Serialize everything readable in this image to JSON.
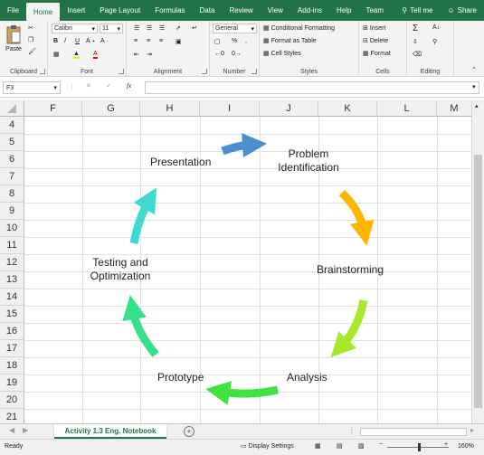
{
  "ribbon_tabs": [
    "File",
    "Home",
    "Insert",
    "Page Layout",
    "Formulas",
    "Data",
    "Review",
    "View",
    "Add-ins",
    "Help",
    "Team"
  ],
  "tell_me": "Tell me",
  "share": "Share",
  "clipboard": {
    "paste": "Paste",
    "label": "Clipboard"
  },
  "font": {
    "name": "Calibri",
    "size": "11",
    "label": "Font"
  },
  "alignment": {
    "label": "Alignment"
  },
  "number": {
    "format": "General",
    "label": "Number"
  },
  "styles": {
    "conditional": "Conditional Formatting",
    "table": "Format as Table",
    "cell_styles": "Cell Styles",
    "label": "Styles"
  },
  "cells": {
    "insert": "Insert",
    "delete": "Delete",
    "format": "Format",
    "label": "Cells"
  },
  "editing": {
    "label": "Editing"
  },
  "formula_bar": {
    "name_box": "F3",
    "fx": "fx",
    "value": ""
  },
  "columns": [
    "F",
    "G",
    "H",
    "I",
    "J",
    "K",
    "L",
    "M"
  ],
  "rows": [
    "4",
    "5",
    "6",
    "7",
    "8",
    "9",
    "10",
    "11",
    "12",
    "13",
    "14",
    "15",
    "16",
    "17",
    "18",
    "19",
    "20",
    "21"
  ],
  "cycle": {
    "problem_1": "Problem",
    "problem_2": "Identification",
    "brainstorming": "Brainstorming",
    "analysis": "Analysis",
    "prototype": "Prototype",
    "testing_1": "Testing and",
    "testing_2": "Optimization",
    "presentation": "Presentation",
    "colors": [
      "#4a8fcf",
      "#ffb400",
      "#a8e82a",
      "#3fe33f",
      "#35e08a",
      "#3fd9d0"
    ]
  },
  "sheet_tab": "Activity 1.3 Eng. Notebook",
  "status": {
    "ready": "Ready",
    "display": "Display Settings",
    "zoom": "160%"
  }
}
